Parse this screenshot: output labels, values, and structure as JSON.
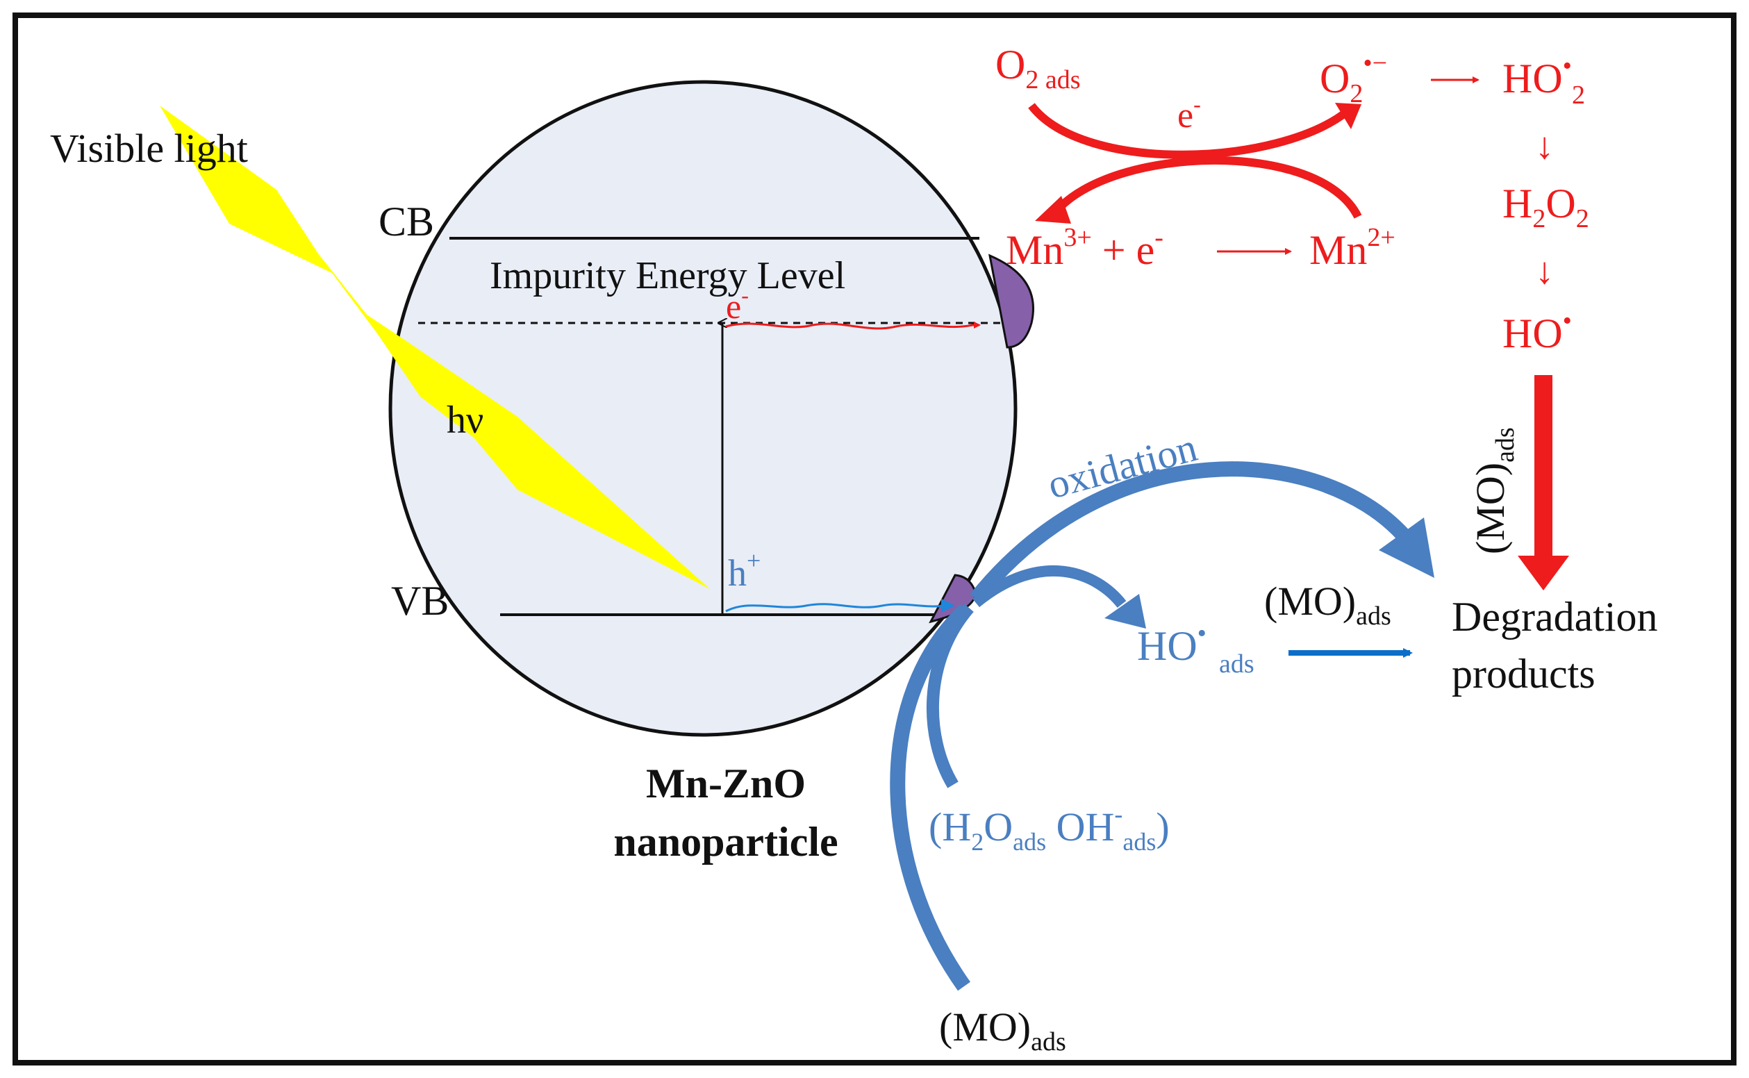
{
  "colors": {
    "red": "#ee1c1c",
    "blue": "#4a7fc1",
    "blue_dark": "#0b6fc9",
    "yellow": "#ffff00",
    "purple": "#8660a9",
    "particle_fill": "#e9edf6",
    "black": "#111111"
  },
  "labels": {
    "visible_light": "Visible light",
    "cb": "CB",
    "vb": "VB",
    "impurity": "Impurity Energy Level",
    "electron_e": "e",
    "electron_minus": "-",
    "hnu": "hν",
    "hole_h": "h",
    "hole_plus": "+",
    "particle_line1": "Mn-ZnO",
    "particle_line2": "nanoparticle"
  },
  "red_chem": {
    "o2_ads_main": "O",
    "o2_ads_sub": "2 ads",
    "e_arc_main": "e",
    "e_arc_sup": "-",
    "o2_rad_main": "O",
    "o2_rad_sub": "2",
    "o2_rad_sup": "•−",
    "arrow1": "→",
    "ho2_main": "HO",
    "ho2_sup": "•",
    "ho2_sub": "2",
    "mn3_main": "Mn",
    "mn3_sup": "3+",
    "plus_e": " + e",
    "plus_e_sup": "-",
    "mn2_main": "Mn",
    "mn2_sup": "2+",
    "down1": "↓",
    "h2o2_h": "H",
    "h2o2_sub1": "2",
    "h2o2_o": "O",
    "h2o2_sub2": "2",
    "down2": "↓",
    "ho_main": "HO",
    "ho_sup": "•"
  },
  "blue_chem": {
    "oxidation": "oxidation",
    "ho_ads_main": "HO",
    "ho_ads_sup": "•",
    "ho_ads_sub": "ads",
    "water_open": "(H",
    "water_sub1": "2",
    "water_o": "O",
    "water_sub_ads": "ads",
    "water_oh": " OH",
    "water_sup": "-",
    "water_sub_ads2": "ads",
    "water_close": ")"
  },
  "black_chem": {
    "mo_main": "(MO)",
    "mo_sub": "ads",
    "mo_vertical_main": "(MO)",
    "mo_vertical_sub": "ads",
    "mo_bottom_main": "(MO)",
    "mo_bottom_sub": "ads",
    "degradation_line1": "Degradation",
    "degradation_line2": "products"
  }
}
